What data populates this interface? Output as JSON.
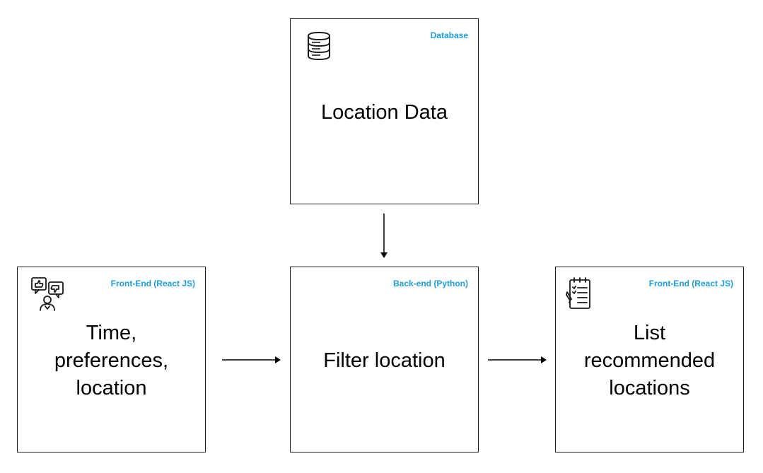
{
  "colors": {
    "tag": "#1a9ee6",
    "border": "#1a1a1a",
    "text": "#000000"
  },
  "nodes": {
    "database": {
      "tag": "Database",
      "title_lines": [
        "Location Data"
      ],
      "icon": "database-icon"
    },
    "input": {
      "tag": "Front-End (React JS)",
      "title_lines": [
        "Time,",
        "preferences,",
        "location"
      ],
      "icon": "feedback-icon"
    },
    "filter": {
      "tag": "Back-end (Python)",
      "title_lines": [
        "Filter location"
      ]
    },
    "output": {
      "tag": "Front-End (React JS)",
      "title_lines": [
        "List",
        "recommended",
        "locations"
      ],
      "icon": "checklist-icon"
    }
  },
  "edges": [
    {
      "from": "database",
      "to": "filter"
    },
    {
      "from": "input",
      "to": "filter"
    },
    {
      "from": "filter",
      "to": "output"
    }
  ]
}
